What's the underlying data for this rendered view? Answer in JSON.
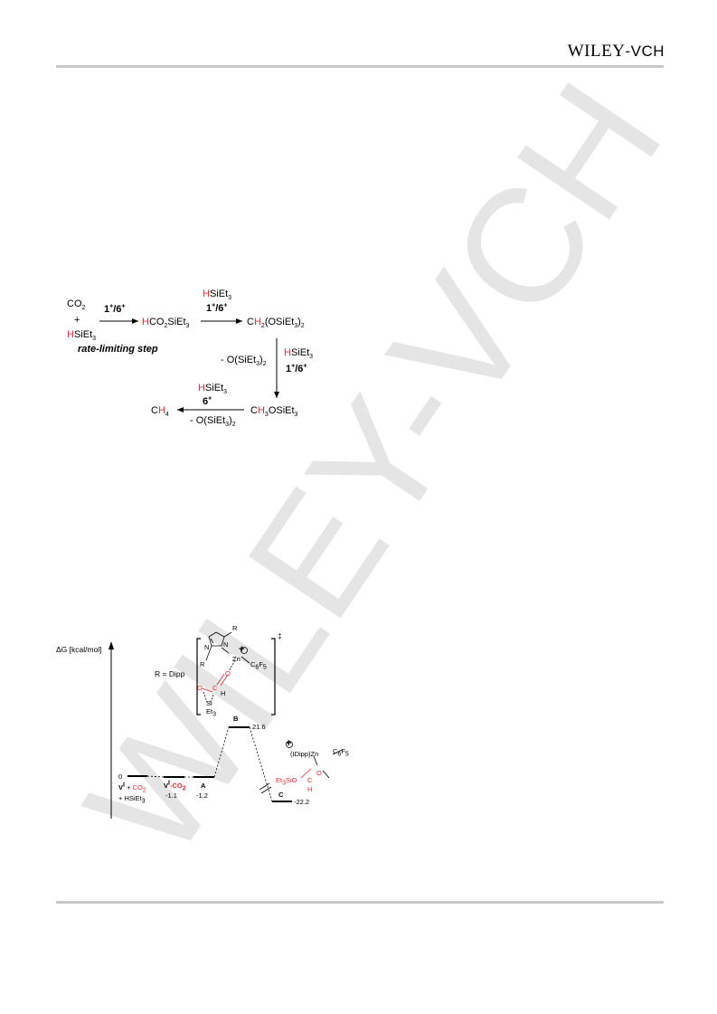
{
  "header": {
    "brand_main": "WILEY",
    "brand_suffix": "-VCH"
  },
  "watermark": {
    "text": "WILEY-VCH"
  },
  "scheme": {
    "co2": "CO",
    "co2_sub": "2",
    "plus": "+",
    "h_red": "H",
    "sieth": "SiEt",
    "sieth_sub": "3",
    "cat1_a": "1",
    "cat1_sup": "+",
    "cat1_b": "/6",
    "cat1_sup2": "+",
    "rate_limiting": "rate-limiting step",
    "formate_rest": "CO",
    "formate_sub": "2",
    "formate_tail": "SiEt",
    "formate_sub2": "3",
    "acetal_c": "C",
    "acetal_h2": "H",
    "acetal_rest": "(OSiEt",
    "acetal_paren": ")",
    "loss1": "- O(SiEt",
    "loss1_tail": ")",
    "methoxy_c": "C",
    "methoxy_rest": "OSiEt",
    "ch4_c": "C",
    "cat6": "6",
    "loss2": "- O(SiEt"
  },
  "energy_diagram": {
    "axis_label": "ΔG [kcal/mol]",
    "r_def": "R = Dipp",
    "ts_mark": "‡",
    "levels": [
      {
        "label": "V",
        "label_sup": "I",
        "value": "0",
        "line2_red": "CO",
        "line3": "+ HSiEt"
      },
      {
        "label": "V",
        "label_sup": "I",
        "label_red": "-CO",
        "value": "-1.1"
      },
      {
        "label": "A",
        "value": "-1.2"
      },
      {
        "label": "B",
        "value": "21.6"
      },
      {
        "label": "C",
        "value": "-22.2"
      }
    ],
    "ts_struct": {
      "n": "N",
      "r": "R",
      "zn": "Zn",
      "c6f5": "C",
      "o": "O",
      "c": "C",
      "h": "H",
      "si": "Si",
      "et": "Et"
    },
    "prod_struct": {
      "idipp": "(IDipp)Zn",
      "c6f5": "C",
      "et3sio": "Et",
      "sio": "SiO",
      "c": "C",
      "h": "H",
      "o": "O"
    }
  }
}
